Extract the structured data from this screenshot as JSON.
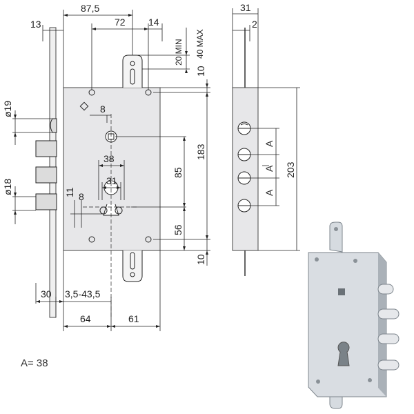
{
  "colors": {
    "line": "#222222",
    "plate": "#e7e7e9",
    "plate_edge": "#444444",
    "bolt": "#dcdcdc",
    "photo_body": "#d9dde2",
    "photo_shadow": "#aab1b8"
  },
  "dims": {
    "d_87_5": "87,5",
    "d_72": "72",
    "d_14": "14",
    "d_13": "13",
    "d_20min": "20 MIN",
    "d_40max": "40 MAX",
    "d_10_top": "10",
    "d_10_bottom": "10",
    "d_8sq": "8",
    "d_38": "38",
    "d_31": "31",
    "d_11": "11",
    "d_8": "8",
    "d_85": "85",
    "d_183": "183",
    "d_56": "56",
    "d_phi19": "ø19",
    "d_phi18": "ø18",
    "d_30": "30",
    "d_backset": "3,5-43,5",
    "d_64": "64",
    "d_61": "61",
    "side_31": "31",
    "side_2": "2",
    "side_A1": "A",
    "side_A2": "A",
    "side_A3": "A",
    "side_203": "203"
  },
  "note": "A= 38"
}
